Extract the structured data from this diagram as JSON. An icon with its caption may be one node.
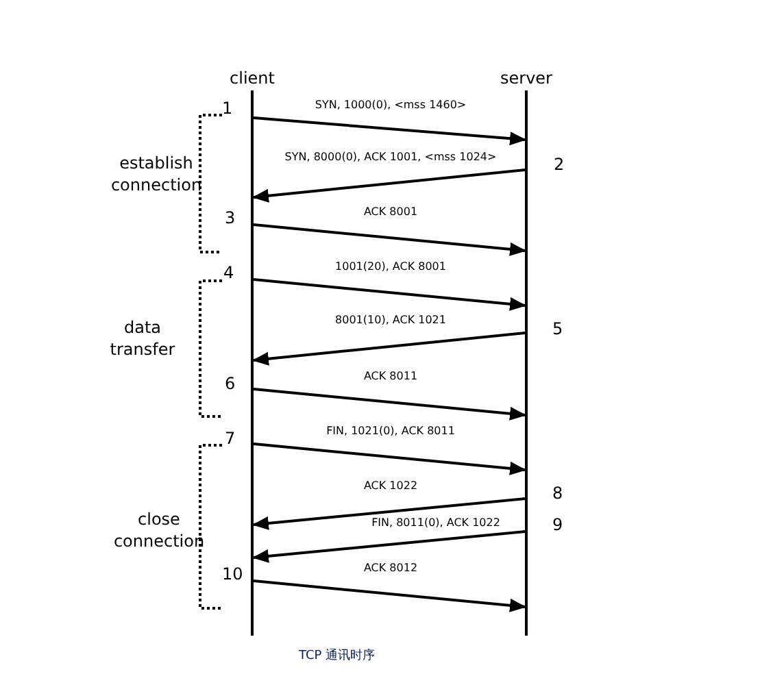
{
  "diagram": {
    "caption": "TCP 通讯时序",
    "nodes": [
      {
        "text": [
          "client"
        ]
      },
      {
        "text": [
          "server"
        ]
      }
    ],
    "edges": [
      {
        "from": 0,
        "to": 1,
        "arrow": "to",
        "label": "SYN, 1000(0), <mss 1460>"
      },
      {
        "from": 1,
        "to": 0,
        "arrow": "to",
        "label": "SYN, 8000(0), ACK 1001, <mss 1024>"
      },
      {
        "from": 0,
        "to": 1,
        "arrow": "to",
        "label": "ACK 8001"
      },
      {
        "from": 0,
        "to": 1,
        "arrow": "to",
        "label": "1001(20), ACK 8001"
      },
      {
        "from": 1,
        "to": 0,
        "arrow": "to",
        "label": "8001(10), ACK 1021"
      },
      {
        "from": 0,
        "to": 1,
        "arrow": "to",
        "label": "ACK 8011"
      },
      {
        "from": 0,
        "to": 1,
        "arrow": "to",
        "label": "FIN, 1021(0), ACK 8011"
      },
      {
        "from": 1,
        "to": 0,
        "arrow": "to",
        "label": "ACK 1022"
      },
      {
        "from": 1,
        "to": 0,
        "arrow": "to",
        "label": "FIN, 8011(0), ACK 1022"
      },
      {
        "from": 0,
        "to": 1,
        "arrow": "to",
        "label": "ACK 8012"
      }
    ],
    "labels": [
      "1",
      "establish connection",
      "2",
      "3",
      "4",
      "data transfer",
      "5",
      "6",
      "7",
      "close connection",
      "8",
      "9",
      "10"
    ]
  }
}
